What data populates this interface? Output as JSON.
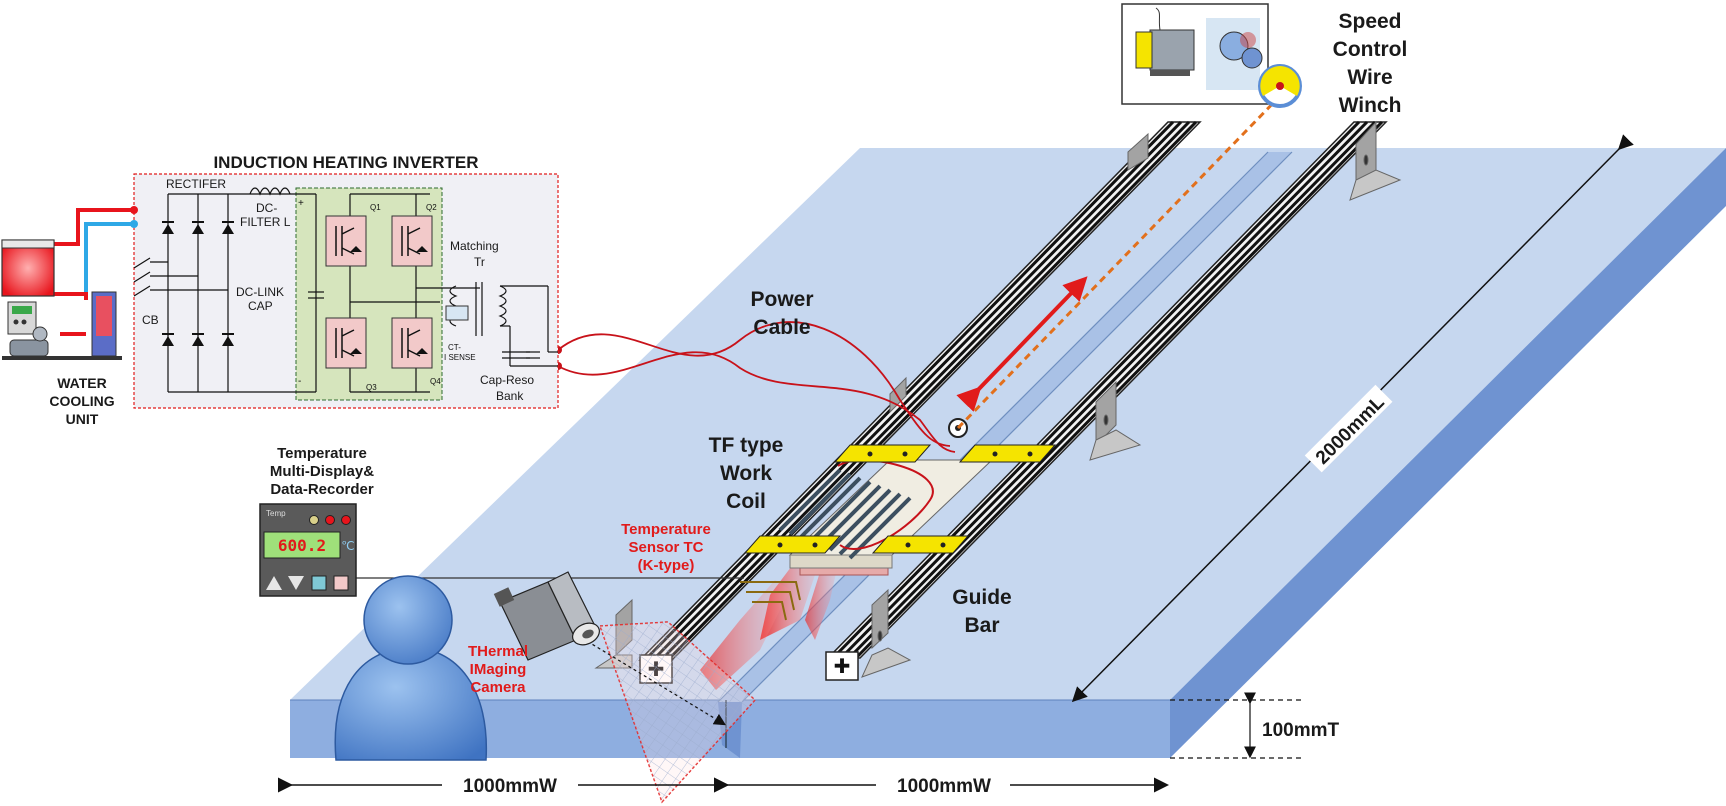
{
  "labels": {
    "inverter_title": "INDUCTION HEATING INVERTER",
    "rectifier": "RECTIFER",
    "cb": "CB",
    "dc_filter_1": "DC-",
    "dc_filter_2": "FILTER L",
    "dc_link_1": "DC-LINK",
    "dc_link_2": "CAP",
    "q1": "Q1",
    "q2": "Q2",
    "q3": "Q3",
    "q4": "Q4",
    "plus": "+",
    "minus": "-",
    "matching_1": "Matching",
    "matching_2": "Tr",
    "ct_1": "CT-",
    "ct_2": "I SENSE",
    "cap_reso_1": "Cap-Reso",
    "cap_reso_2": "Bank",
    "water_1": "WATER",
    "water_2": "COOLING",
    "water_3": "UNIT",
    "power_1": "Power",
    "power_2": "Cable",
    "winch_1": "Speed",
    "winch_2": "Control",
    "winch_3": "Wire",
    "winch_4": "Winch",
    "coil_1": "TF type",
    "coil_2": "Work",
    "coil_3": "Coil",
    "tc_1": "Temperature",
    "tc_2": "Sensor TC",
    "tc_3": "(K-type)",
    "guide_1": "Guide",
    "guide_2": "Bar",
    "temp_1": "Temperature",
    "temp_2": "Multi-Display&",
    "temp_3": "Data-Recorder",
    "temp_panel": "Temp",
    "temp_unit": "℃",
    "camera_1": "THermal",
    "camera_2": "IMaging",
    "camera_3": "Camera",
    "length": "2000mmL",
    "thickness": "100mmT",
    "width_left": "1000mmW",
    "width_right": "1000mmW"
  },
  "readout": {
    "temperature": "600.2"
  },
  "colors": {
    "plate_top": "#c6d7ef",
    "plate_front": "#8eaee0",
    "plate_side": "#6f93d1",
    "cable": "#c8121a",
    "arrow": "#e11b1b",
    "wire": "#e2701c",
    "bracket": "#f5e400",
    "inverter_bg": "#f0f0f5",
    "bridge_bg": "#d6e5bd",
    "person": "#5b8ed6",
    "water_red": "#e8141c",
    "water_blue": "#2ea8e6"
  }
}
